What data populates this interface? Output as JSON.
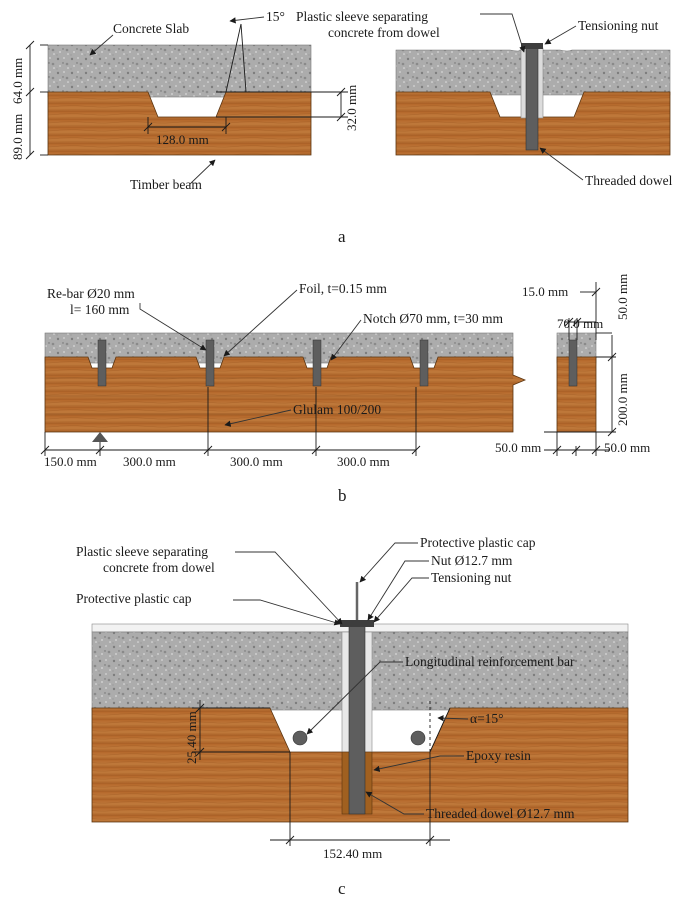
{
  "panel_a": {
    "caption": "a",
    "concrete_slab": "Concrete Slab",
    "angle": "15°",
    "sleeve_line1": "Plastic sleeve separating",
    "sleeve_line2": "concrete from dowel",
    "tensioning_nut": "Tensioning nut",
    "dim_64": "64.0 mm",
    "dim_89": "89.0 mm",
    "dim_32": "32.0 mm",
    "dim_128": "128.0 mm",
    "timber_beam": "Timber beam",
    "threaded_dowel": "Threaded dowel"
  },
  "panel_b": {
    "caption": "b",
    "rebar_line1": "Re-bar Ø20 mm",
    "rebar_line2": "l= 160 mm",
    "foil": "Foil, t=0.15 mm",
    "notch": "Notch Ø70 mm, t=30 mm",
    "glulam": "Glulam 100/200",
    "dim_150": "150.0 mm",
    "dim_300a": "300.0 mm",
    "dim_300b": "300.0 mm",
    "dim_300c": "300.0 mm",
    "dim_15": "15.0 mm",
    "dim_50v": "50.0 mm",
    "dim_70": "70.0 mm",
    "dim_200": "200.0 mm",
    "dim_50a": "50.0 mm",
    "dim_50b": "50.0 mm"
  },
  "panel_c": {
    "caption": "c",
    "cap_top": "Protective plastic cap",
    "nut": "Nut Ø12.7 mm",
    "tensioning_nut": "Tensioning nut",
    "sleeve_line1": "Plastic sleeve separating",
    "sleeve_line2": "concrete from dowel",
    "cap_left": "Protective plastic cap",
    "long_bar": "Longitudinal reinforcement bar",
    "alpha": "α=15°",
    "epoxy": "Epoxy resin",
    "threaded_dowel": "Threaded dowel Ø12.7 mm",
    "dim_2540": "25.40 mm",
    "dim_15240": "152.40 mm"
  },
  "colors": {
    "wood": "#b8733a",
    "wood_dark": "#8a5020",
    "concrete": "#a8a8a8",
    "dowel": "#5e5e5e",
    "sleeve": "#dcdcdc"
  }
}
